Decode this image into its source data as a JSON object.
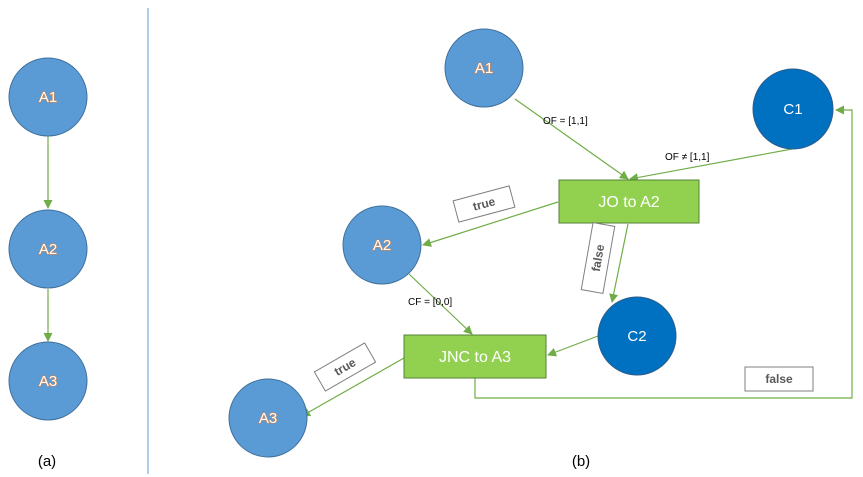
{
  "panel_a": {
    "caption": "(a)",
    "nodes": {
      "a1": "A1",
      "a2": "A2",
      "a3": "A3"
    }
  },
  "panel_b": {
    "caption": "(b)",
    "nodes": {
      "a1": "A1",
      "a2": "A2",
      "a3": "A3",
      "c1": "C1",
      "c2": "C2"
    },
    "boxes": {
      "jo": "JO to A2",
      "jnc": "JNC to A3"
    },
    "edge_labels": {
      "of_eq": "OF = [1,1]",
      "of_neq": "OF ≠ [1,1]",
      "cf_eq": "CF = [0,0]"
    },
    "tags": {
      "jo_true": "true",
      "jo_false": "false",
      "jnc_true": "true",
      "jnc_false": "false"
    }
  }
}
